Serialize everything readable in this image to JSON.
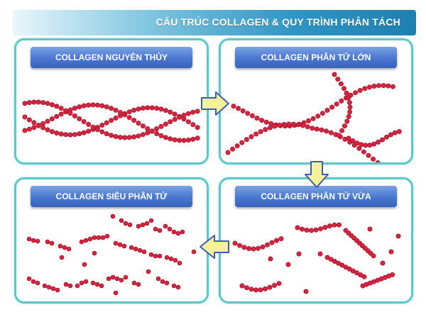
{
  "header": {
    "title": "CẤU TRÚC COLLAGEN & QUY TRÌNH PHÂN TÁCH"
  },
  "panels": {
    "native": {
      "label": "COLLAGEN NGUYÊN THỦY"
    },
    "large": {
      "label": "COLLAGEN PHÂN TỬ LỚN"
    },
    "super": {
      "label": "COLLAGEN SIÊU PHÂN TỬ"
    },
    "medium": {
      "label": "COLLAGEN PHÂN TỬ VỪA"
    }
  },
  "colors": {
    "bead": "#d8243f",
    "bead_outline": "#a3142c",
    "panel_border": "#5cc8cc",
    "label_blue": "#4a76cf",
    "arrow_fill": "#f7f29a",
    "arrow_stroke": "#3b5fb0"
  }
}
